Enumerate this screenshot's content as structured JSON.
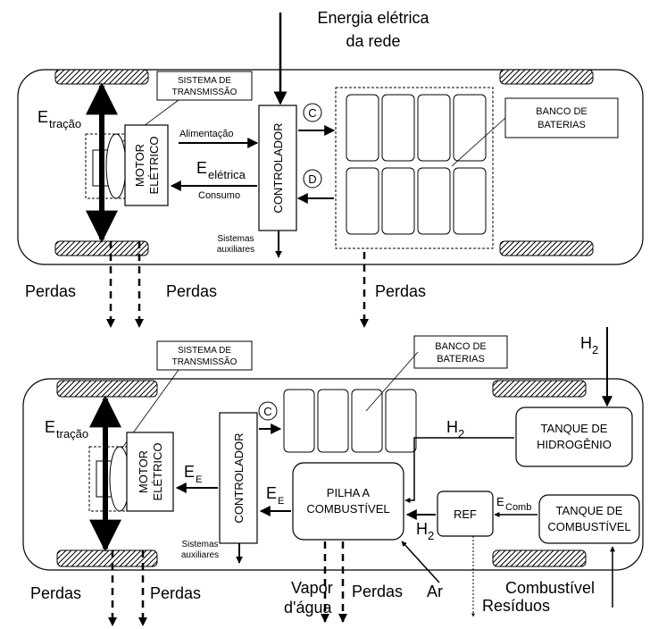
{
  "top": {
    "grid_input": [
      "Energia elétrica",
      "da rede"
    ],
    "transmission_label": [
      "SISTEMA DE",
      "TRANSMISSÃO"
    ],
    "battery_label": [
      "BANCO DE",
      "BATERIAS"
    ],
    "traction": {
      "main": "E",
      "sub": "tração"
    },
    "motor": [
      "MOTOR",
      "ELÉTRICO"
    ],
    "controller": "CONTROLADOR",
    "feed": "Alimentação",
    "electric": {
      "main": "E",
      "sub": "elétrica"
    },
    "consumption": "Consumo",
    "charge_symbol": "C",
    "discharge_symbol": "D",
    "auxiliary": [
      "Sistemas",
      "auxiliares"
    ],
    "losses": "Perdas"
  },
  "bottom": {
    "h2_input": {
      "main": "H",
      "sub": "2"
    },
    "transmission_label": [
      "SISTEMA DE",
      "TRANSMISSÃO"
    ],
    "battery_label": [
      "BANCO DE",
      "BATERIAS"
    ],
    "traction": {
      "main": "E",
      "sub": "tração"
    },
    "motor": [
      "MOTOR",
      "ELÉTRICO"
    ],
    "controller": "CONTROLADOR",
    "charge_symbol": "C",
    "ee_1": {
      "main": "E",
      "sub": "E"
    },
    "ee_2": {
      "main": "E",
      "sub": "E"
    },
    "fuel_cell": [
      "PILHA A",
      "COMBUSTÍVEL"
    ],
    "hydrogen_tank": [
      "TANQUE DE",
      "HIDROGÊNIO"
    ],
    "h2_flow": {
      "main": "H",
      "sub": "2"
    },
    "reformer": "REF",
    "h2_ref": {
      "main": "H",
      "sub": "2"
    },
    "e_comb": {
      "main": "E",
      "sub": "Comb"
    },
    "fuel_tank": [
      "TANQUE DE",
      "COMBUSTÍVEL"
    ],
    "auxiliary": [
      "Sistemas",
      "auxiliares"
    ],
    "air": "Ar",
    "fuel": "Combustível",
    "residues": "Resíduos",
    "water_vapor": [
      "Vapor",
      "d'água"
    ],
    "losses": "Perdas"
  }
}
